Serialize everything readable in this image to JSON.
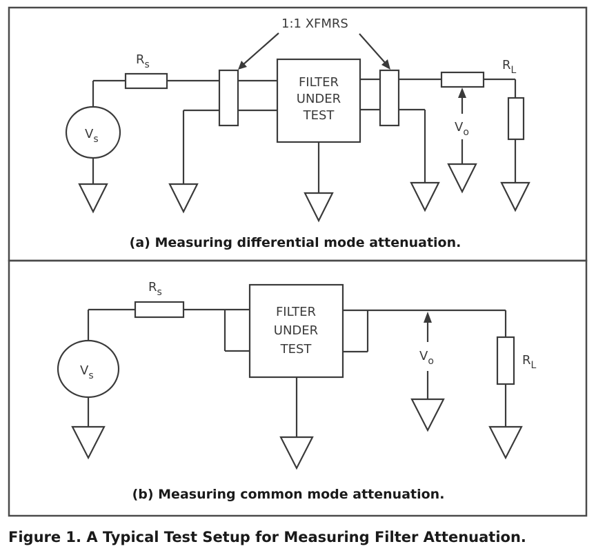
{
  "figure_caption": "Figure 1. A Typical Test Setup for Measuring Filter Attenuation.",
  "panel_a": {
    "caption": "(a) Measuring differential mode attenuation.",
    "transformer_label": "1:1 XFMRS",
    "source": {
      "main": "V",
      "sub": "s"
    },
    "source_resistor": {
      "main": "R",
      "sub": "s"
    },
    "load_resistor": {
      "main": "R",
      "sub": "L"
    },
    "output_voltage": {
      "main": "V",
      "sub": "o"
    },
    "filter_lines": [
      "FILTER",
      "UNDER",
      "TEST"
    ]
  },
  "panel_b": {
    "caption": "(b) Measuring common mode attenuation.",
    "source": {
      "main": "V",
      "sub": "s"
    },
    "source_resistor": {
      "main": "R",
      "sub": "s"
    },
    "load_resistor": {
      "main": "R",
      "sub": "L"
    },
    "output_voltage": {
      "main": "V",
      "sub": "o"
    },
    "filter_lines": [
      "FILTER",
      "UNDER",
      "TEST"
    ]
  }
}
